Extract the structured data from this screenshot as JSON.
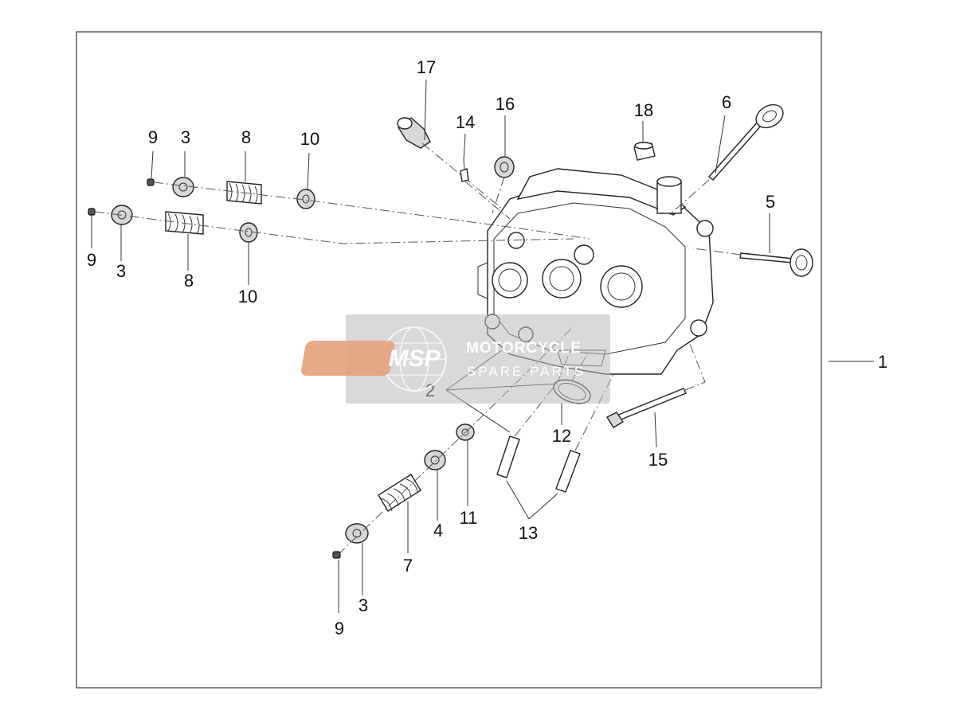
{
  "callouts": [
    "1",
    "2",
    "3",
    "3",
    "3",
    "4",
    "5",
    "6",
    "7",
    "8",
    "8",
    "9",
    "9",
    "9",
    "10",
    "10",
    "11",
    "12",
    "13",
    "14",
    "15",
    "16",
    "17",
    "18"
  ],
  "watermark": {
    "logo": "MSP",
    "line1": "MOTORCYCLE",
    "line2": "SPARE PARTS"
  }
}
